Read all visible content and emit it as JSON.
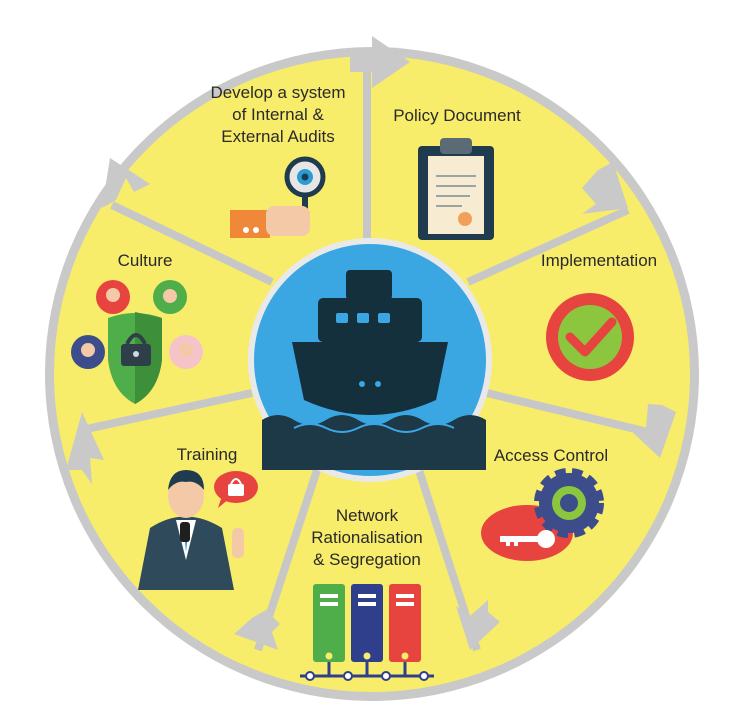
{
  "segments": [
    {
      "id": "audits",
      "lines": [
        "Develop a system",
        "of Internal &",
        "External Audits"
      ],
      "icon": "magnifier-eye-icon"
    },
    {
      "id": "policy",
      "lines": [
        "Policy Document"
      ],
      "icon": "clipboard-document-icon"
    },
    {
      "id": "implementation",
      "lines": [
        "Implementation"
      ],
      "icon": "checkmark-icon"
    },
    {
      "id": "access",
      "lines": [
        "Access Control"
      ],
      "icon": "gear-key-icon"
    },
    {
      "id": "network",
      "lines": [
        "Network",
        "Rationalisation",
        "& Segregation"
      ],
      "icon": "server-racks-icon"
    },
    {
      "id": "training",
      "lines": [
        "Training"
      ],
      "icon": "presenter-icon"
    },
    {
      "id": "culture",
      "lines": [
        "Culture"
      ],
      "icon": "shield-people-icon"
    }
  ],
  "center": {
    "icon": "ship-icon"
  },
  "colors": {
    "wheel": "#f8ec6b",
    "arrows": "#c7c7c7",
    "center_bg": "#3aa7e3",
    "ship": "#14303d",
    "water": "#1d3847"
  }
}
